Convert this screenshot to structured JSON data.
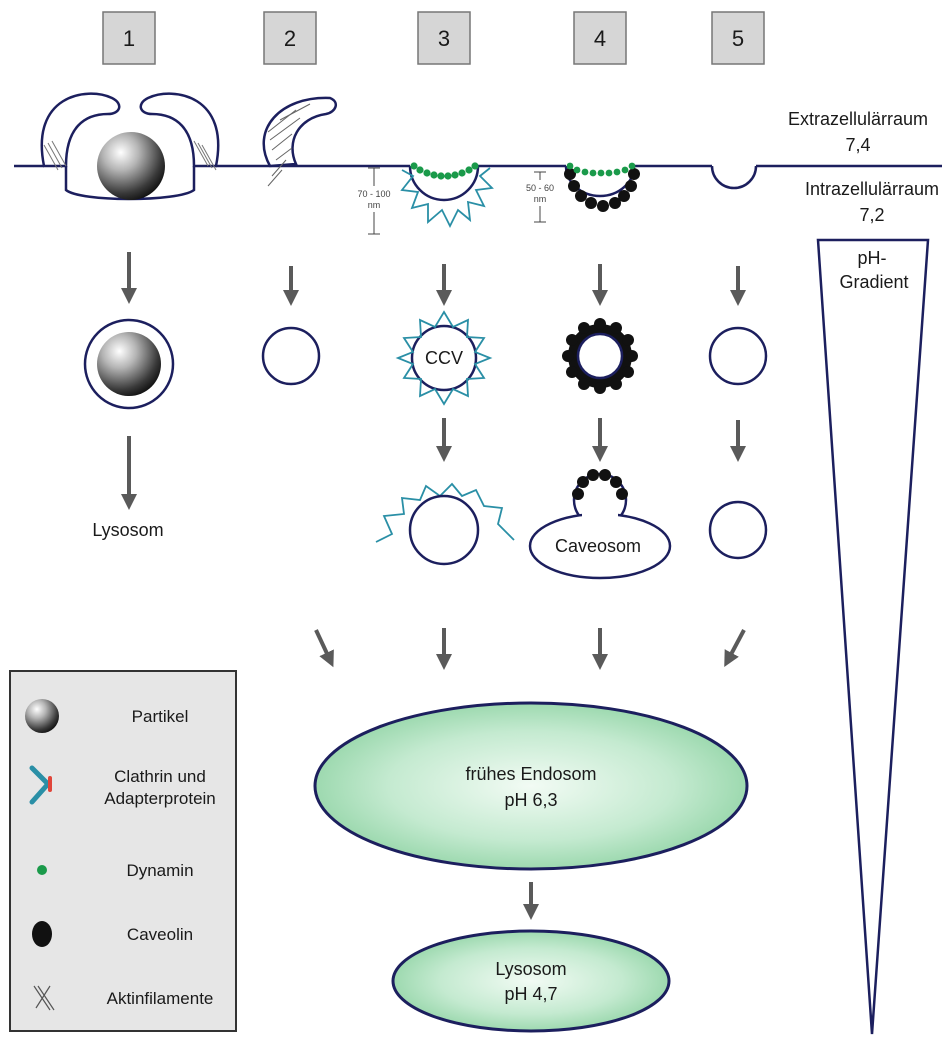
{
  "pathways": [
    {
      "number": "1"
    },
    {
      "number": "2"
    },
    {
      "number": "3"
    },
    {
      "number": "4"
    },
    {
      "number": "5"
    }
  ],
  "compartments": {
    "extracellular_label": "Extrazellulärraum",
    "extracellular_ph": "7,4",
    "intracellular_label": "Intrazellulärraum",
    "intracellular_ph": "7,2"
  },
  "gradient": {
    "label_line1": "pH-",
    "label_line2": "Gradient"
  },
  "dimensions": {
    "clathrin_pit_size_line1": "70 - 100",
    "clathrin_pit_size_line2": "nm",
    "caveolae_size_line1": "50 - 60",
    "caveolae_size_line2": "nm"
  },
  "vesicles": {
    "ccv_label": "CCV",
    "caveosome_label": "Caveosom",
    "pathway1_end_label": "Lysosom"
  },
  "endosome": {
    "line1": "frühes Endosom",
    "line2": "pH 6,3"
  },
  "lysosome": {
    "line1": "Lysosom",
    "line2": "pH 4,7"
  },
  "legend": [
    {
      "icon": "particle-icon",
      "label_line1": "Partikel",
      "label_line2": ""
    },
    {
      "icon": "clathrin-adapter-icon",
      "label_line1": "Clathrin und",
      "label_line2": "Adapterprotein"
    },
    {
      "icon": "dynamin-icon",
      "label_line1": "Dynamin",
      "label_line2": ""
    },
    {
      "icon": "caveolin-icon",
      "label_line1": "Caveolin",
      "label_line2": ""
    },
    {
      "icon": "actin-filament-icon",
      "label_line1": "Aktinfilamente",
      "label_line2": ""
    }
  ],
  "colors": {
    "membrane": "#1c1f5e",
    "clathrin": "#2a8fa6",
    "dynamin": "#1a9a4a",
    "caveolin": "#111111",
    "number_box": "#d6d6d6",
    "legend_box": "#e6e6e6",
    "arrow": "#5a5a5a",
    "endosome_fill": "#9fd9b0"
  }
}
